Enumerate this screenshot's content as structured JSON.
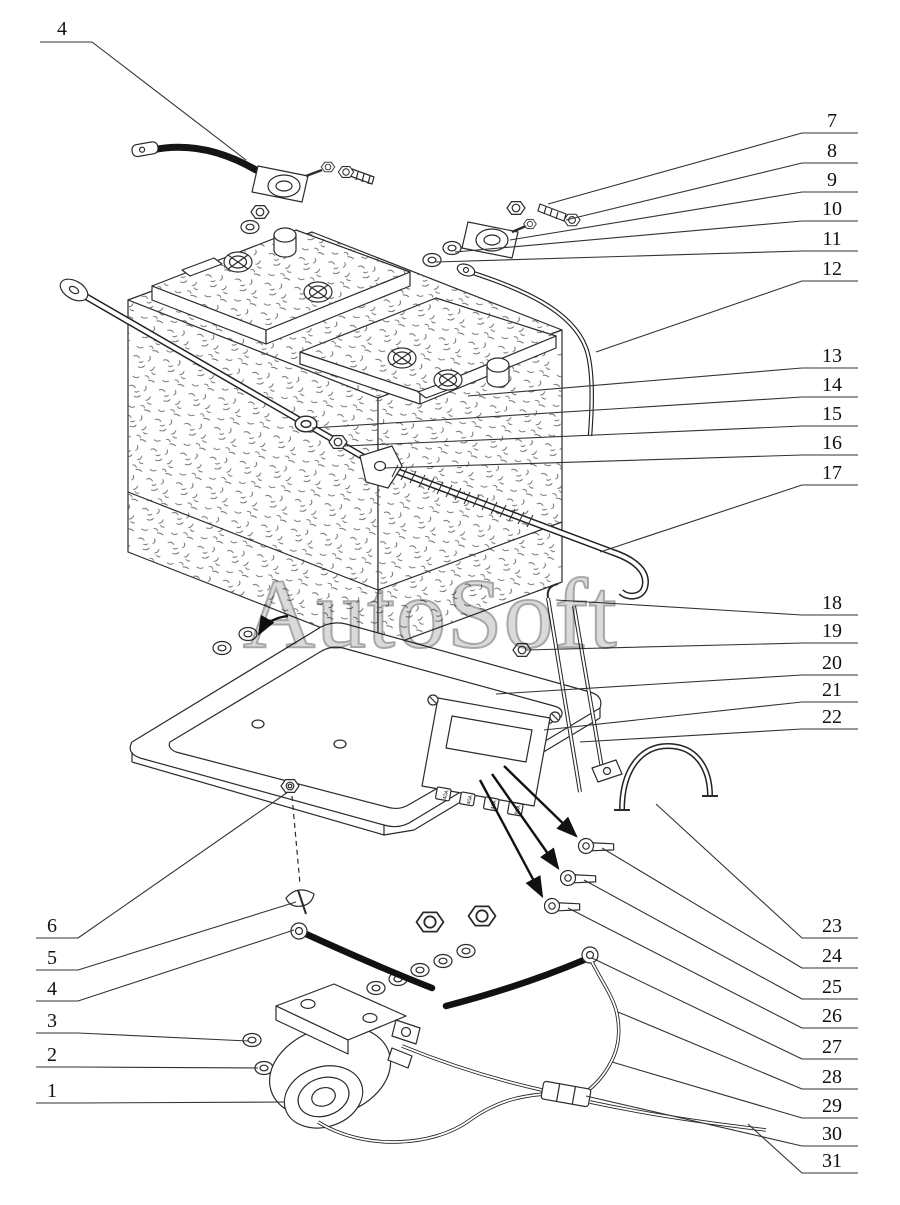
{
  "watermark": "AutoSoft",
  "colors": {
    "background": "#ffffff",
    "line": "#2b2b2b",
    "watermark": "#d6d6d6"
  },
  "fuse_block": {
    "fuses": [
      "40A",
      "40A",
      "40A",
      "90A"
    ]
  },
  "callouts": {
    "top_left": {
      "label": "4"
    },
    "right": [
      {
        "label": "7"
      },
      {
        "label": "8"
      },
      {
        "label": "9"
      },
      {
        "label": "10"
      },
      {
        "label": "11"
      },
      {
        "label": "12"
      },
      {
        "label": "13"
      },
      {
        "label": "14"
      },
      {
        "label": "15"
      },
      {
        "label": "16"
      },
      {
        "label": "17"
      },
      {
        "label": "18"
      },
      {
        "label": "19"
      },
      {
        "label": "20"
      },
      {
        "label": "21"
      },
      {
        "label": "22"
      },
      {
        "label": "23"
      },
      {
        "label": "24"
      },
      {
        "label": "25"
      },
      {
        "label": "26"
      },
      {
        "label": "27"
      },
      {
        "label": "28"
      },
      {
        "label": "29"
      },
      {
        "label": "30"
      },
      {
        "label": "31"
      }
    ],
    "left": [
      {
        "label": "6"
      },
      {
        "label": "5"
      },
      {
        "label": "4"
      },
      {
        "label": "3"
      },
      {
        "label": "2"
      },
      {
        "label": "1"
      }
    ]
  }
}
